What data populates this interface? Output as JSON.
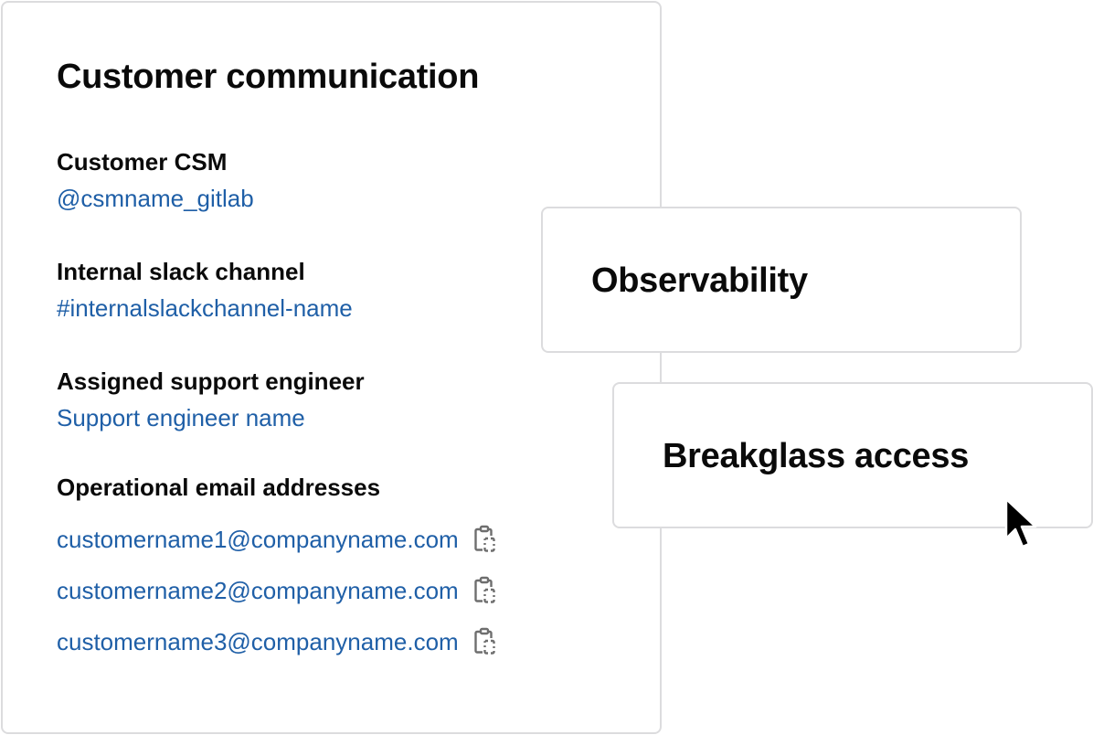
{
  "main_card": {
    "title": "Customer communication",
    "fields": [
      {
        "label": "Customer CSM",
        "value": "@csmname_gitlab"
      },
      {
        "label": "Internal slack channel",
        "value": "#internalslackchannel-name"
      },
      {
        "label": "Assigned support engineer",
        "value": "Support engineer name"
      }
    ],
    "emails_label": "Operational email addresses",
    "emails": [
      "customername1@companyname.com",
      "customername2@companyname.com",
      "customername3@companyname.com"
    ]
  },
  "cards": {
    "observability_title": "Observability",
    "breakglass_title": "Breakglass access"
  },
  "icons": {
    "copy": "copy-clipboard-icon",
    "cursor": "mouse-pointer-icon"
  },
  "colors": {
    "link": "#1f5fa7",
    "text": "#0a0a0a",
    "border": "#dcdcde",
    "icon": "#6e6e6e"
  }
}
